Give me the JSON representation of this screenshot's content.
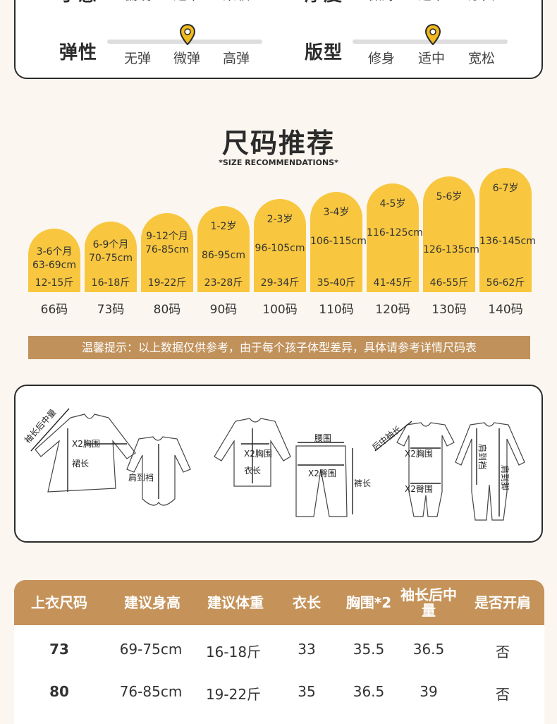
{
  "attributes": {
    "hand_feel": {
      "label": "手感",
      "options": [
        "偏硬",
        "适中",
        "柔软"
      ]
    },
    "thickness": {
      "label": "厚度",
      "options": [
        "微薄",
        "适中",
        "厚实"
      ]
    },
    "elasticity": {
      "label": "弹性",
      "options": [
        "无弹",
        "微弹",
        "高弹"
      ],
      "selected_index": 1
    },
    "fit": {
      "label": "版型",
      "options": [
        "修身",
        "适中",
        "宽松"
      ],
      "selected_index": 1
    }
  },
  "section": {
    "title": "尺码推荐",
    "subtitle": "*SIZE RECOMMENDATIONS*"
  },
  "size_chart": {
    "bar_color": "#f8c73f",
    "bars": [
      {
        "age": "3-6个月",
        "height": "63-69cm",
        "weight": "12-15斤",
        "size": "66码"
      },
      {
        "age": "6-9个月",
        "height": "70-75cm",
        "weight": "16-18斤",
        "size": "73码"
      },
      {
        "age": "9-12个月",
        "height": "76-85cm",
        "weight": "19-22斤",
        "size": "80码"
      },
      {
        "age": "1-2岁",
        "height": "86-95cm",
        "weight": "23-28斤",
        "size": "90码"
      },
      {
        "age": "2-3岁",
        "height": "96-105cm",
        "weight": "29-34斤",
        "size": "100码"
      },
      {
        "age": "3-4岁",
        "height": "106-115cm",
        "weight": "35-40斤",
        "size": "110码"
      },
      {
        "age": "4-5岁",
        "height": "116-125cm",
        "weight": "41-45斤",
        "size": "120码"
      },
      {
        "age": "5-6岁",
        "height": "126-135cm",
        "weight": "46-55斤",
        "size": "130码"
      },
      {
        "age": "6-7岁",
        "height": "136-145cm",
        "weight": "56-62斤",
        "size": "140码"
      }
    ]
  },
  "tip": "温馨提示：以上数据仅供参考，由于每个孩子体型差异，具体请参考详情尺码表",
  "diagram_labels": {
    "sleeve_back": "袖长后中量",
    "chest_x2": "X2胸围",
    "skirt_length": "裙长",
    "shoulder_crotch": "肩到裆",
    "chest_x2_b": "X2胸围",
    "body_length": "衣长",
    "waist": "腰围",
    "hip_x2": "X2臀围",
    "pants_length": "裤长",
    "back_sleeve": "后中袖长",
    "chest_x2_c": "X2胸围",
    "hip_x2_c": "X2臀围",
    "shoulder_crotch_c": "肩到裆",
    "shoulder_foot": "肩到脚"
  },
  "table": {
    "headers": [
      "上衣尺码",
      "建议身高",
      "建议体重",
      "衣长",
      "胸围*2",
      "袖长后中量",
      "是否开肩"
    ],
    "rows": [
      [
        "73",
        "69-75cm",
        "16-18斤",
        "33",
        "35.5",
        "36.5",
        "否"
      ],
      [
        "80",
        "76-85cm",
        "19-22斤",
        "35",
        "36.5",
        "39",
        "否"
      ]
    ]
  },
  "colors": {
    "accent_brown": "#c5935a",
    "accent_yellow": "#f8c73f",
    "pin": "#f0b91e"
  }
}
